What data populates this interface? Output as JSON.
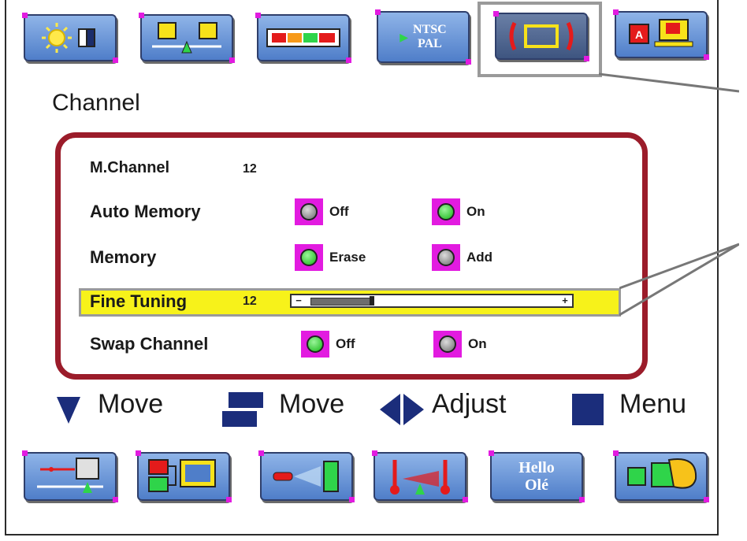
{
  "top_icons": [
    {
      "name": "picture-brightness-icon"
    },
    {
      "name": "balance-icon"
    },
    {
      "name": "color-bars-icon"
    },
    {
      "name": "ntsc-pal-icon",
      "line1": "NTSC",
      "line2": "PAL"
    },
    {
      "name": "channel-frame-icon",
      "selected": true
    },
    {
      "name": "text-screen-icon"
    }
  ],
  "page_title": "Channel",
  "menu": {
    "mchannel": {
      "label": "M.Channel",
      "value": "12"
    },
    "auto_memory": {
      "label": "Auto Memory",
      "opt1": "Off",
      "opt2": "On",
      "selected": "On"
    },
    "memory": {
      "label": "Memory",
      "opt1": "Erase",
      "opt2": "Add",
      "selected": "Erase"
    },
    "fine_tuning": {
      "label": "Fine Tuning",
      "value": "12",
      "minus": "−",
      "plus": "+",
      "level": 0.24
    },
    "swap_channel": {
      "label": "Swap Channel",
      "opt1": "Off",
      "opt2": "On",
      "selected": "Off"
    }
  },
  "hints": {
    "move1": "Move",
    "move2": "Move",
    "adjust": "Adjust",
    "menu": "Menu"
  },
  "bottom_icons": [
    {
      "name": "slider-scale-icon"
    },
    {
      "name": "input-screen-icon"
    },
    {
      "name": "remote-signal-icon"
    },
    {
      "name": "thermometer-balance-icon"
    },
    {
      "name": "language-icon",
      "line1": "Hello",
      "line2": "Olé"
    },
    {
      "name": "hand-key-icon"
    }
  ],
  "colors": {
    "accent_magenta": "#e21be0",
    "menu_border": "#9b1c2a",
    "highlight": "#f7f21a",
    "icon_blue": "#4f7ec9"
  }
}
